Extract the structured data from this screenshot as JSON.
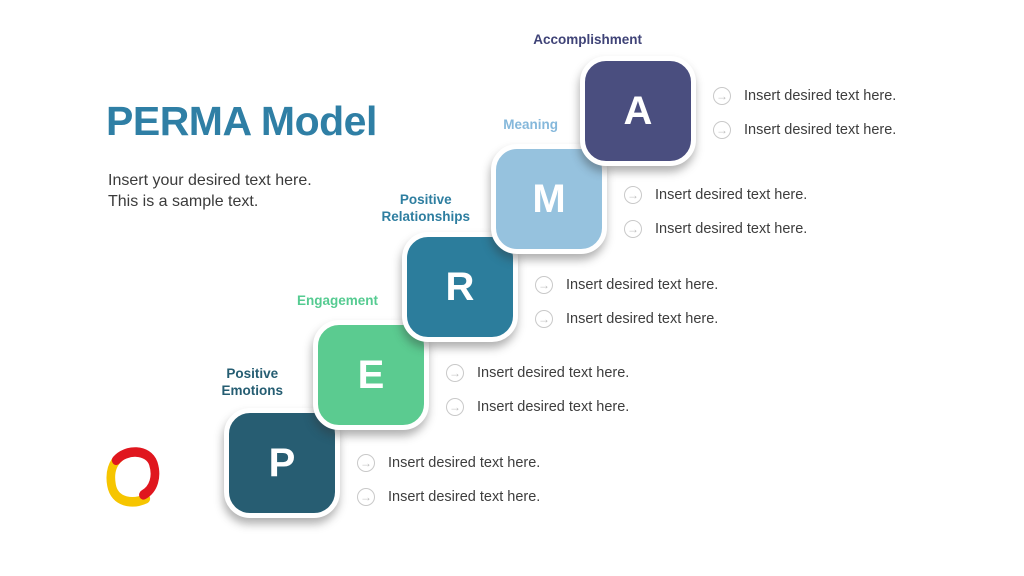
{
  "header": {
    "title": "PERMA Model",
    "title_color": "#2f7fa5",
    "subtitle": "Insert your desired text here.\nThis is a sample text."
  },
  "icons": {
    "bullet_arrow": "→"
  },
  "branding": {
    "logo_name": "slidemodel-mark",
    "logo_red": "#e0161e",
    "logo_yellow": "#f6c500"
  },
  "diagram": {
    "type": "staircase-perma-model",
    "items": [
      {
        "letter": "P",
        "label": "Positive\nEmotions",
        "square_color": "#275d72",
        "label_color": "#255d72",
        "bullets": [
          "Insert desired text here.",
          "Insert desired text here."
        ]
      },
      {
        "letter": "E",
        "label": "Engagement",
        "square_color": "#5bcb90",
        "label_color": "#55cb91",
        "bullets": [
          "Insert desired text here.",
          "Insert desired text here."
        ]
      },
      {
        "letter": "R",
        "label": "Positive\nRelationships",
        "square_color": "#2c7d9c",
        "label_color": "#2e7ea0",
        "bullets": [
          "Insert desired text here.",
          "Insert desired text here."
        ]
      },
      {
        "letter": "M",
        "label": "Meaning",
        "square_color": "#96c2de",
        "label_color": "#85b8db",
        "bullets": [
          "Insert desired text here.",
          "Insert desired text here."
        ]
      },
      {
        "letter": "A",
        "label": "Accomplishment",
        "square_color": "#4a4e7f",
        "label_color": "#3f4377",
        "bullets": [
          "Insert desired text here.",
          "Insert desired text here."
        ]
      }
    ]
  }
}
